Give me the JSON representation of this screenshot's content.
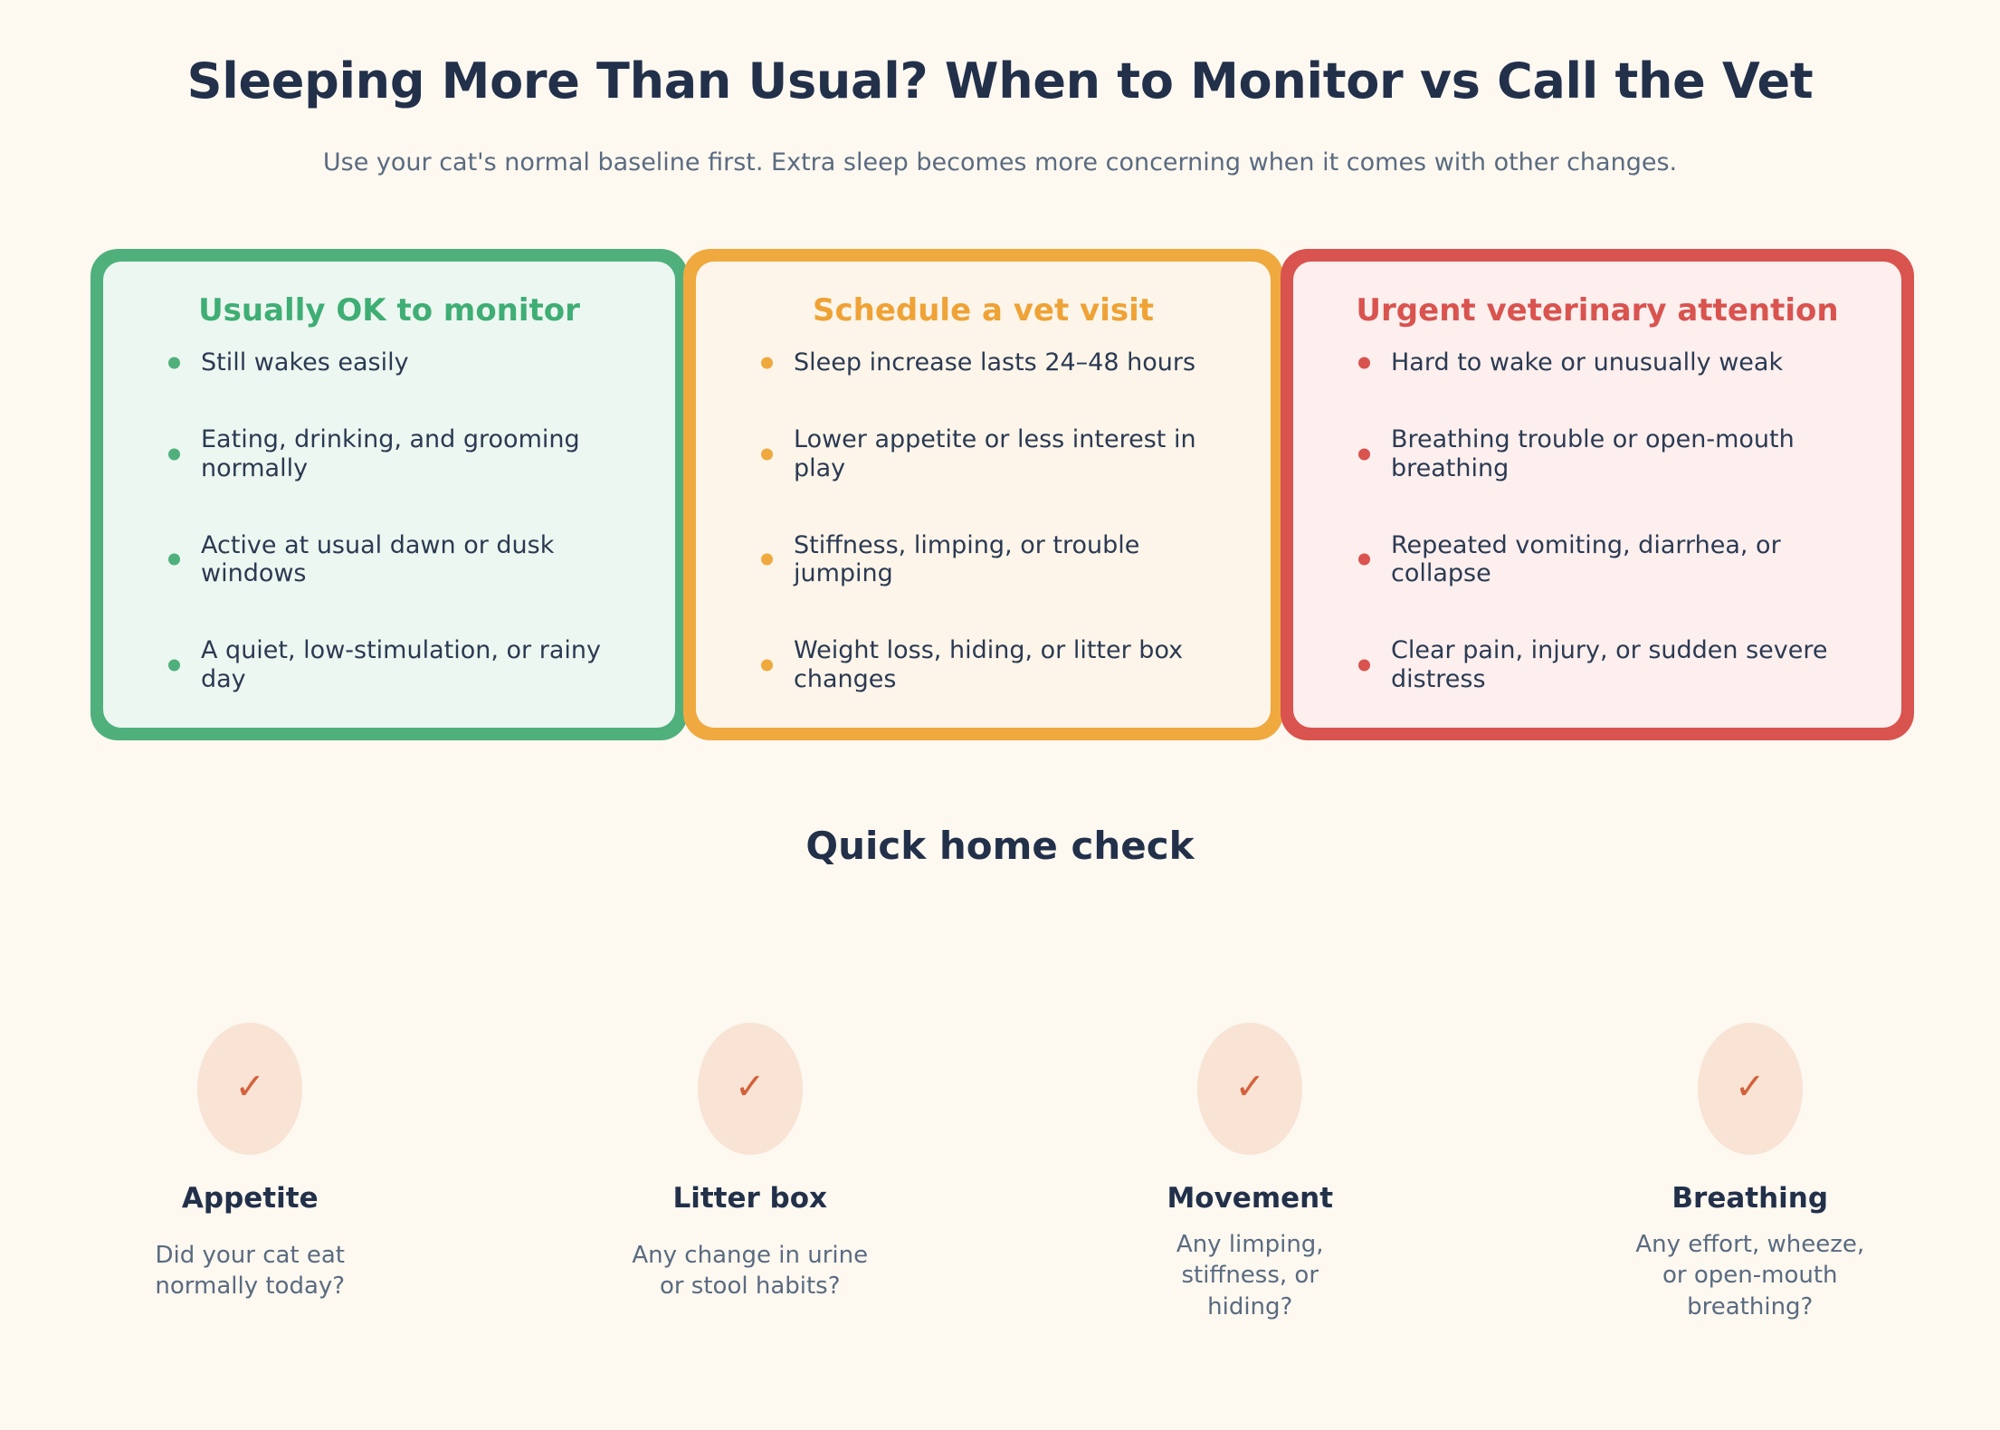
{
  "page": {
    "background_color": "#FDF8F0",
    "title": "Sleeping More Than Usual? When to Monitor vs Call the Vet",
    "subtitle": "Use your cat's normal baseline first. Extra sleep becomes more concerning when it comes with other changes."
  },
  "tiers": [
    {
      "id": "usually-ok-to-monitor",
      "heading": "Usually OK to monitor",
      "accent_color": "#4FB07C",
      "heading_color": "#3FAE74",
      "body_color": "#EDF7F1",
      "items": [
        "Still wakes easily",
        "Eating, drinking, and grooming normally",
        "Active at usual dawn or dusk windows",
        "A quiet, low-stimulation, or rainy day"
      ]
    },
    {
      "id": "schedule-a-vet-visit",
      "heading": "Schedule a vet visit",
      "accent_color": "#EFA93F",
      "heading_color": "#EFA235",
      "body_color": "#FDF5EA",
      "items": [
        "Sleep increase lasts 24–48 hours",
        "Lower appetite or less interest in play",
        "Stiffness, limping, or trouble jumping",
        "Weight loss, hiding, or litter box changes"
      ]
    },
    {
      "id": "urgent-veterinary-attention",
      "heading": "Urgent veterinary attention",
      "accent_color": "#D9534F",
      "heading_color": "#D9534F",
      "body_color": "#FCEFEE",
      "items": [
        "Hard to wake or unusually weak",
        "Breathing trouble or open-mouth breathing",
        "Repeated vomiting, diarrhea, or collapse",
        "Clear pain, injury, or sudden severe distress"
      ]
    }
  ],
  "home_check": {
    "title": "Quick home check",
    "icon_name": "checkmark-icon",
    "icon_glyph": "✓",
    "icon_color": "#D3613C",
    "icon_background": "#F8E3D4",
    "items": [
      {
        "label": "Appetite",
        "description": "Did your cat eat\nnormally today?"
      },
      {
        "label": "Litter box",
        "description": "Any change in urine\nor stool habits?"
      },
      {
        "label": "Movement",
        "description": "Any limping,\nstiffness, or\nhiding?"
      },
      {
        "label": "Breathing",
        "description": "Any effort, wheeze,\nor open-mouth\nbreathing?"
      }
    ]
  }
}
